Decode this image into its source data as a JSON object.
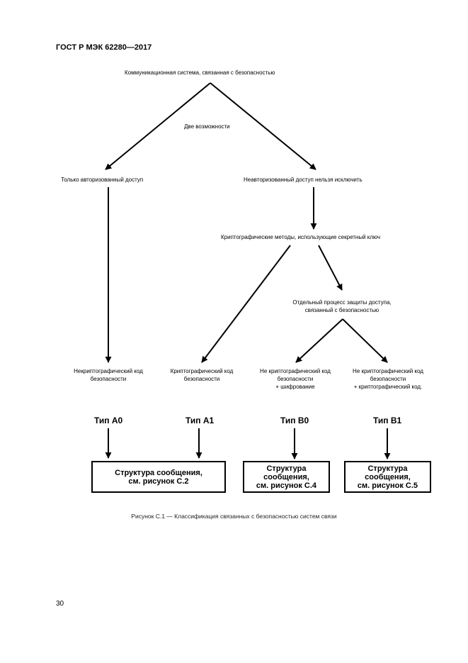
{
  "header": {
    "doc_id": "ГОСТ Р МЭК 62280—2017"
  },
  "diagram": {
    "root": "Коммуникационная система, связанная с безопасностью",
    "branch_label": "Две возможности",
    "left_option": "Только авторизованный доступ",
    "right_option": "Неавторизованный доступ нельзя исключить",
    "crypto_methods": "Криптографические методы, использующие секретный ключ",
    "separate_process": [
      "Отдельный процесс защиты доступа,",
      "связанный с безопасностью"
    ],
    "leaf_noncrypto": [
      "Некриптографический код",
      "безопасности"
    ],
    "leaf_crypto": [
      "Криптографический код",
      "безопасности"
    ],
    "leaf_b0": [
      "Не криптографический код",
      "безопасности",
      "+ шифрование"
    ],
    "leaf_b1": [
      "Не криптографический код",
      "безопасности",
      "+ криптографический код."
    ],
    "types": [
      "Тип А0",
      "Тип А1",
      "Тип В0",
      "Тип В1"
    ],
    "box_a": [
      "Структура сообщения,",
      "см. рисунок С.2"
    ],
    "box_b0": [
      "Структура",
      "сообщения,",
      "см. рисунок С.4"
    ],
    "box_b1": [
      "Структура",
      "сообщения,",
      "см. рисунок С.5"
    ]
  },
  "caption": "Рисунок С.1 — Классификация связанных с безопасностью систем связи",
  "page_number": "30"
}
